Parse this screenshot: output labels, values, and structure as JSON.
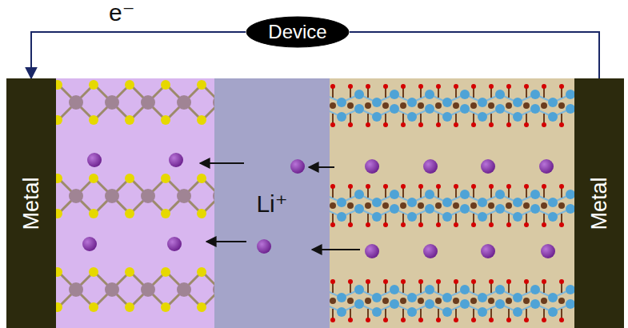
{
  "diagram": {
    "nodes": [
      {
        "text": [
          "Device"
        ]
      },
      {
        "text": [
          "Metal"
        ]
      },
      {
        "text": [
          "Li⁺"
        ]
      },
      {
        "text": [
          "Metal"
        ]
      }
    ],
    "edges": [
      {
        "from": 3,
        "to": 0,
        "arrow": "none"
      },
      {
        "from": 0,
        "to": 1,
        "arrow": "to"
      }
    ],
    "labels": [
      "e⁻"
    ]
  }
}
